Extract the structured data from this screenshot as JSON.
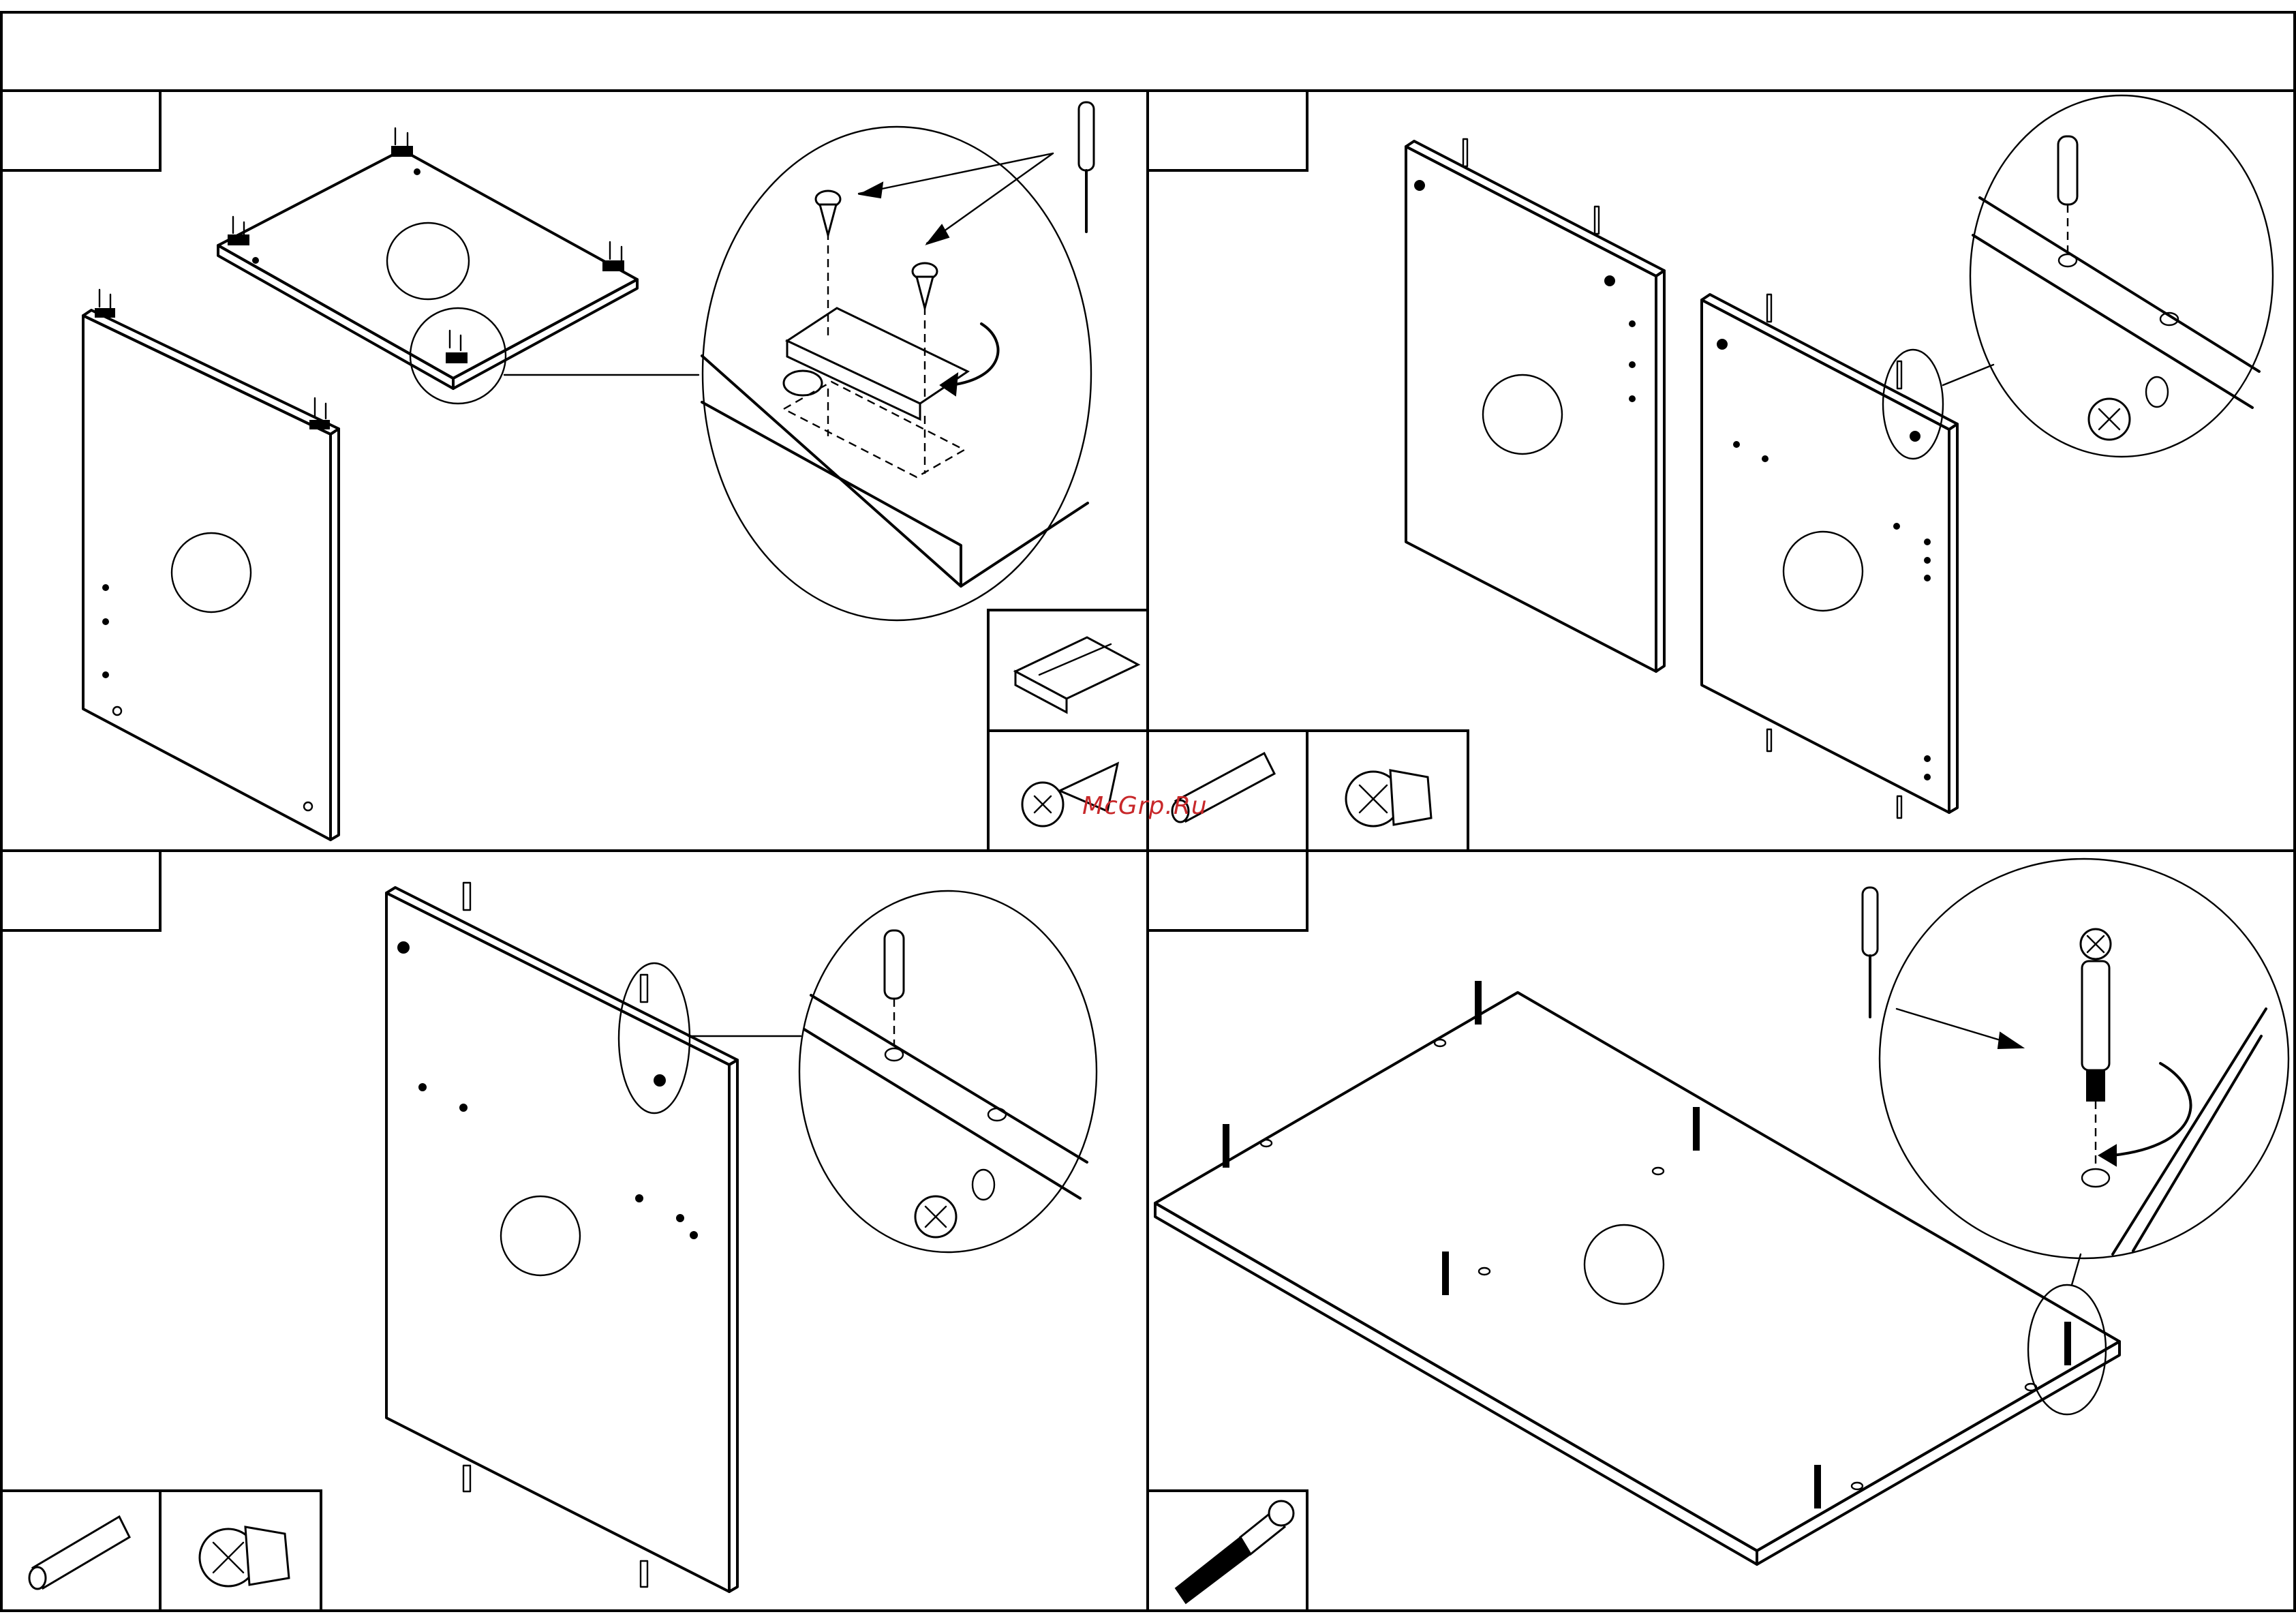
{
  "document": {
    "watermark": "McGrp.Ru"
  },
  "steps": [
    {
      "id": "step-1",
      "number": "",
      "parts": [
        "connector-plate",
        "wood-screw"
      ]
    },
    {
      "id": "step-2",
      "number": "",
      "parts": [
        "wooden-dowel",
        "cam-lock"
      ]
    },
    {
      "id": "step-3",
      "number": "",
      "parts": [
        "wooden-dowel",
        "cam-lock"
      ]
    },
    {
      "id": "step-4",
      "number": "",
      "parts": [
        "cam-bolt"
      ]
    }
  ],
  "tools": [
    "screwdriver-icon"
  ],
  "colors": {
    "ink": "#000000",
    "paper": "#ffffff",
    "watermark": "#c8282a"
  }
}
